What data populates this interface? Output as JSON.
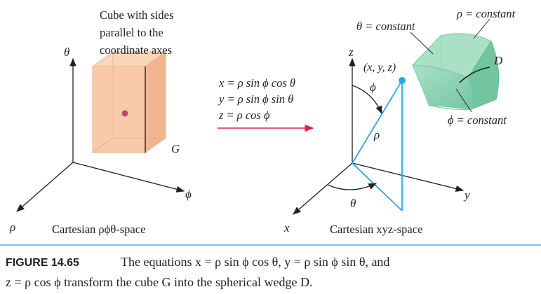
{
  "left_panel": {
    "cube_note": [
      "Cube with sides",
      "parallel to the",
      "coordinate axes"
    ],
    "axis_theta": "θ",
    "axis_phi": "ϕ",
    "axis_rho": "ρ",
    "cube_label": "G",
    "space_label": "Cartesian ρϕθ-space"
  },
  "equations": {
    "x": "x = ρ sin ϕ cos θ",
    "y": "y = ρ sin ϕ sin θ",
    "z": "z = ρ cos ϕ"
  },
  "right_panel": {
    "axis_z": "z",
    "axis_y": "y",
    "axis_x": "x",
    "point_label": "(x, y, z)",
    "angle_phi": "ϕ",
    "segment_rho": "ρ",
    "angle_theta": "θ",
    "theta_const": "θ = constant",
    "rho_const": "ρ = constant",
    "phi_const": "ϕ = constant",
    "wedge_label": "D",
    "space_label": "Cartesian xyz-space"
  },
  "caption": {
    "figure_label": "FIGURE 14.65",
    "line1": "The equations x = ρ sin ϕ cos θ, y = ρ sin ϕ sin θ, and",
    "line2": "z = ρ cos ϕ transform the cube G into the spherical wedge D."
  },
  "colors": {
    "cube_fill": "#f7c9a6",
    "cube_edge": "#e9a27b",
    "point": "#c6427c",
    "wedge": "#8fd3b4",
    "wedge_dark": "#5fb893",
    "cyan": "#27a9e1",
    "arrow_red": "#e3203f"
  }
}
